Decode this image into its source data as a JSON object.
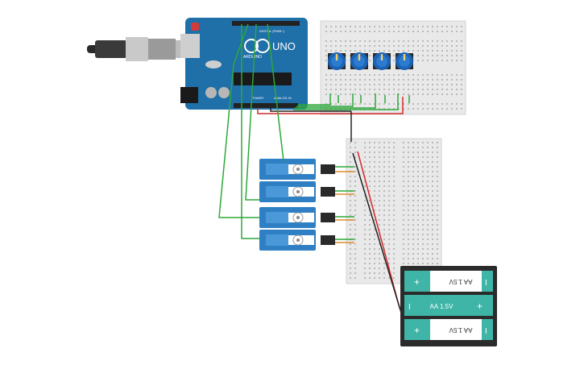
{
  "arduino": {
    "brand": "UNO",
    "logo_text": "ARDUINO",
    "digital_label": "DIGITAL (PWM~)",
    "power_label": "POWER",
    "analog_label": "ANALOG IN"
  },
  "potentiometers": [
    {
      "id": "pot-1"
    },
    {
      "id": "pot-2"
    },
    {
      "id": "pot-3"
    },
    {
      "id": "pot-4"
    }
  ],
  "servos": [
    {
      "id": "servo-1"
    },
    {
      "id": "servo-2"
    },
    {
      "id": "servo-3"
    },
    {
      "id": "servo-4"
    }
  ],
  "battery_pack": {
    "cells": [
      {
        "label": "AA 1.5V",
        "flipped": true
      },
      {
        "label": "AA 1.5V",
        "flipped": false
      },
      {
        "label": "AA 1.5V",
        "flipped": true
      }
    ],
    "plus": "+",
    "minus": "I"
  },
  "colors": {
    "board": "#1f6fa8",
    "breadboard": "#e9e9e9",
    "wire_green": "#2ea83a",
    "wire_red": "#d42a2a",
    "wire_black": "#222222",
    "wire_orange": "#e08a2c",
    "servo_body": "#2e7fc4",
    "battery_cell": "#3fb5a8",
    "battery_case": "#2b2b2b",
    "knob": "#1b63b5"
  }
}
